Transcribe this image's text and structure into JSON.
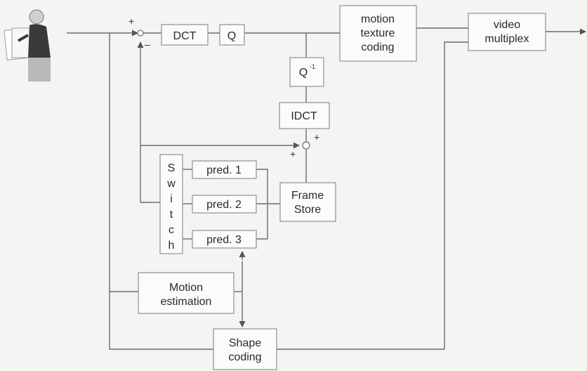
{
  "blocks": {
    "dct": "DCT",
    "q": "Q",
    "q_inverse": "Q",
    "q_inverse_sup": "-1",
    "idct": "IDCT",
    "motion_texture_coding": [
      "motion",
      "texture",
      "coding"
    ],
    "video_multiplex": [
      "video",
      "multiplex"
    ],
    "switch_letters": [
      "S",
      "w",
      "i",
      "t",
      "c",
      "h"
    ],
    "pred1": "pred. 1",
    "pred2": "pred. 2",
    "pred3": "pred. 3",
    "frame_store": [
      "Frame",
      "Store"
    ],
    "motion_estimation": [
      "Motion",
      "estimation"
    ],
    "shape_coding": [
      "Shape",
      "coding"
    ]
  },
  "signs": {
    "subtract_plus": "+",
    "subtract_minus": "–",
    "add_plus_top": "+",
    "add_plus_bottom": "+"
  },
  "icons": {
    "input_source": "person-holding-picture-icon"
  }
}
